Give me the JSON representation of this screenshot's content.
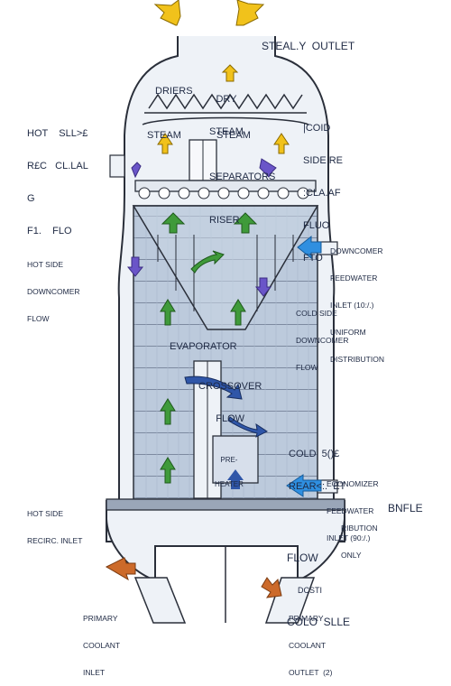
{
  "colors": {
    "steam_arrow": "#f1c21b",
    "downcomer_arrow": "#6a55c8",
    "riser_arrow": "#3f9a3a",
    "crossover_arrow": "#2f56a8",
    "feedwater_arrow": "#2f8fe0",
    "coolant_arrow": "#cc6a2a",
    "tube_bundle": "#b9c7d8",
    "outline": "#2a2f3a"
  },
  "icons": {
    "steam": "steam-flow-arrow-icon",
    "downcomer": "downcomer-flow-arrow-icon",
    "riser": "riser-flow-arrow-icon",
    "feedwater": "feedwater-inlet-arrow-icon",
    "coolant": "coolant-flow-arrow-icon"
  },
  "labels": {
    "steam_outlet": "STEAl.Y  OUTlET",
    "dry_steam": [
      "DRY",
      "STEAM"
    ],
    "driers": "DRIERS",
    "steam_left": "STEAM",
    "steam_right": "STEAM",
    "separators": "SEPARATORS",
    "riser": "RISER",
    "evaporator": "EVAPORATOR",
    "crossover_flow": [
      "CROSSOVER",
      "FLOW"
    ],
    "preheater": [
      "PRE-",
      "HEATER"
    ],
    "hot_side_recirc_top": [
      "HOT    Sll>£",
      "R£C   CL.lAl",
      "G",
      "F1.    flO"
    ],
    "cold_side_recirc_top": [
      "|COID",
      "SIDE RE",
      ":ClA.Af",
      "fLUO",
      "FtO"
    ],
    "hot_side_downcomer": [
      "HOT SIDE",
      "DOWNCOMER",
      "FLOW"
    ],
    "downcomer_feedwater": [
      "DOWNCOMER",
      "FEEDWATER",
      "INLET (10:/.)",
      "UNIFORM",
      "DISTRIBUTION"
    ],
    "cold_side_downcomer": [
      "COLD SIDE",
      "DOWNCOMER",
      "FLOW"
    ],
    "cold_recirc_mid": [
      "COLD  5()£",
      "REaR<:.  ET"
    ],
    "economizer_feedwater": [
      "ECONOMIZER",
      "FEEDWATER",
      "INLET (90:/.)"
    ],
    "hot_side_recirc_inlet": [
      "HOT SIDE",
      "RECIRC. INLET"
    ],
    "distribution_only": [
      "RIBUTION",
      "ONLY"
    ],
    "bnfie": "BNflE",
    "flow_cold_side": [
      "FlOW",
      "DCSTi",
      "COLO  SllE"
    ],
    "primary_coolant_inlet": [
      "PRIMARY",
      "COOLANT",
      "INLET"
    ],
    "primary_coolant_outlet": [
      "PRIMARY",
      "COOLANT",
      "OUTLET  (2)"
    ]
  }
}
